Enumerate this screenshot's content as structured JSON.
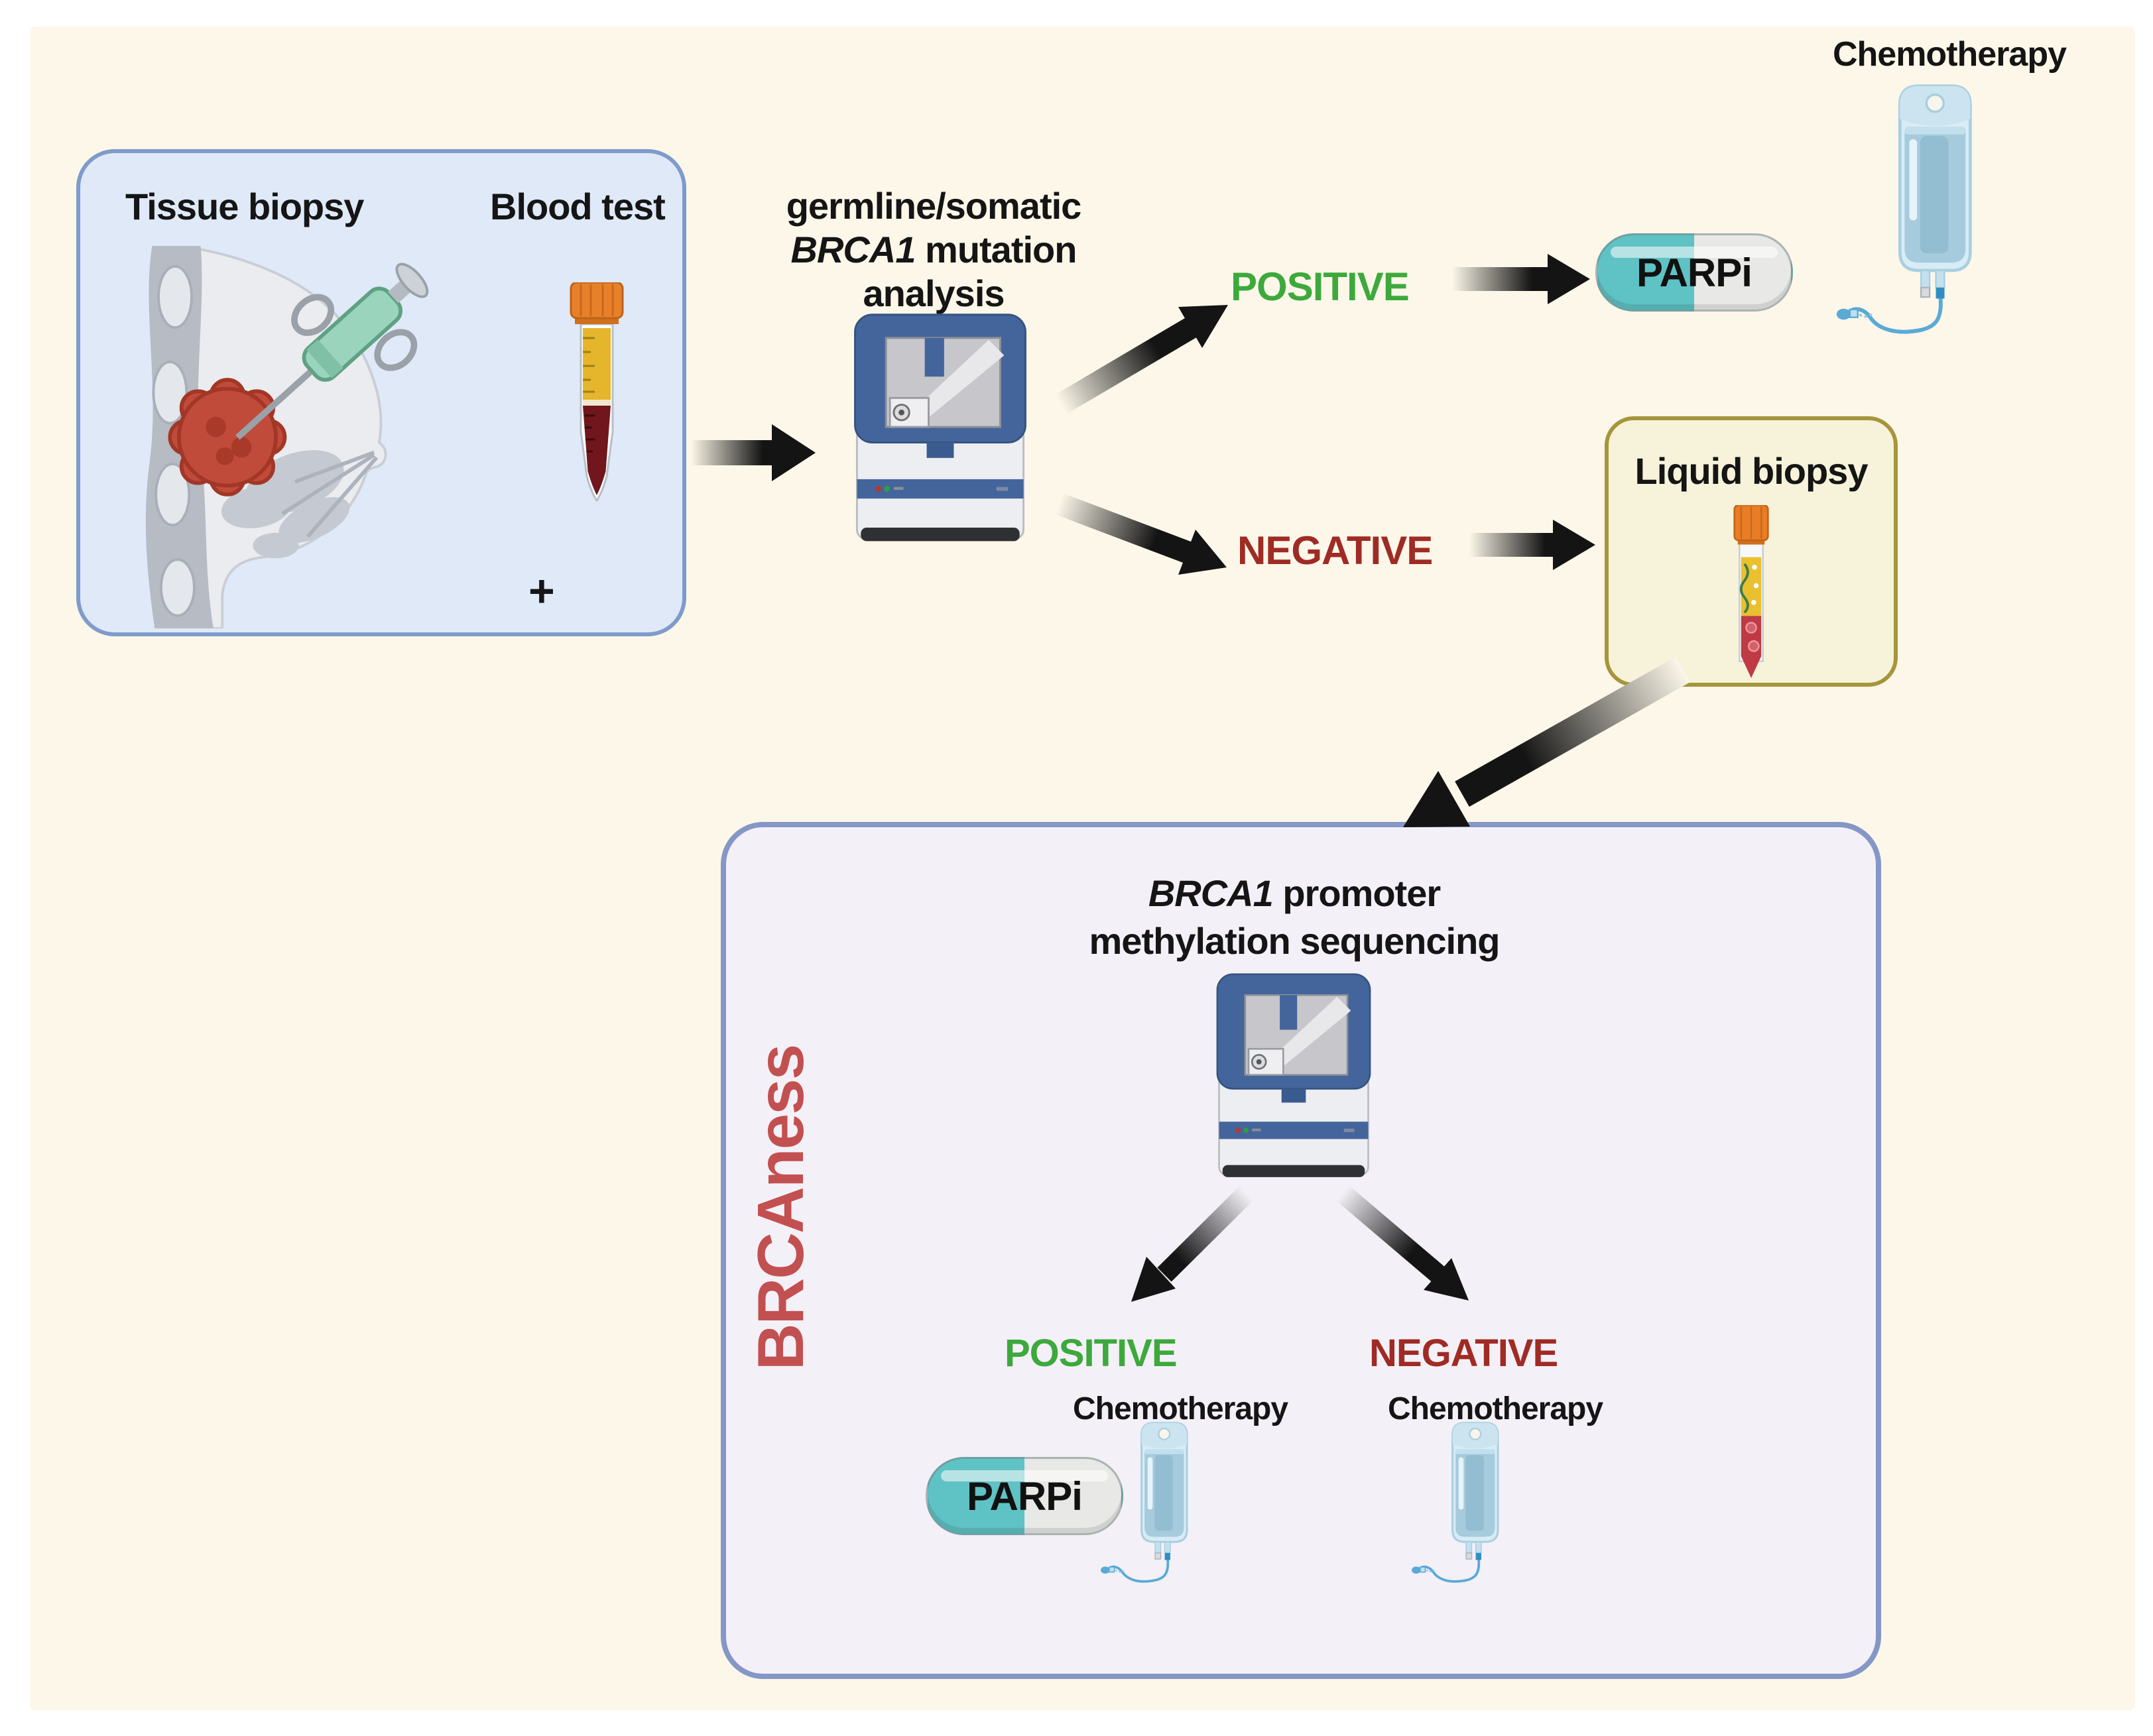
{
  "figure": {
    "specimen_panel": {
      "tissue_biopsy_label": "Tissue biopsy",
      "blood_test_label": "Blood test",
      "plus_sign": "+"
    },
    "mutation_analysis": {
      "line1": "germline/somatic",
      "gene": "BRCA1",
      "line2_rest": " mutation",
      "line3": "analysis"
    },
    "methylation_analysis": {
      "gene": "BRCA1",
      "line1_rest": " promoter",
      "line2": "methylation sequencing"
    },
    "labels": {
      "positive": "POSITIVE",
      "negative": "NEGATIVE",
      "parpi": "PARPi",
      "chemotherapy": "Chemotherapy",
      "liquid_biopsy": "Liquid biopsy",
      "brcaness": "BRCAness"
    },
    "colors": {
      "background_cream": "#FCF7E9",
      "specimen_box_fill": "#DFE9F8",
      "specimen_box_border": "#7F9BCB",
      "liquid_box_fill": "#F6F3DA",
      "liquid_box_border": "#A6953B",
      "brcaness_box_fill": "#F4F0F7",
      "brcaness_box_border": "#8497C6",
      "positive_green": "#3DA93D",
      "negative_red": "#9F2B25",
      "brcaness_red": "#C25050",
      "sequencer_blue": "#44659B",
      "capsule_teal": "#5FC2C4",
      "tumor_red": "#C14B3B",
      "arrow_black": "#141414"
    }
  }
}
